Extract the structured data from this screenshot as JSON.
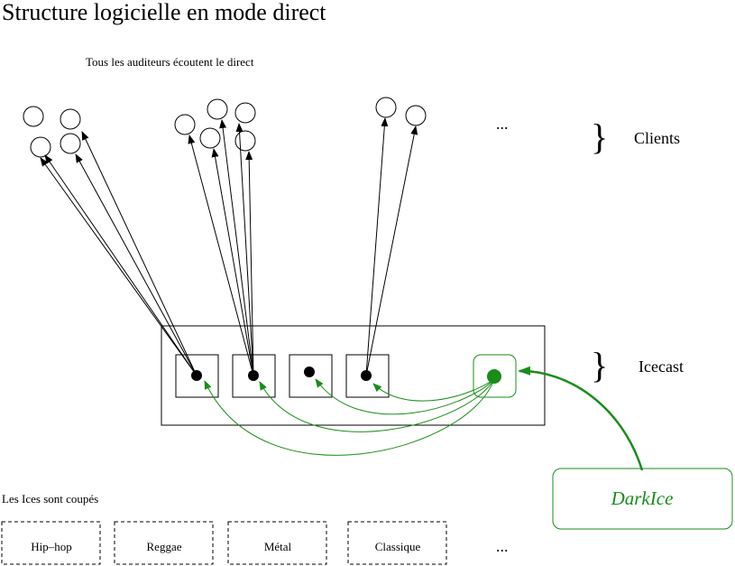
{
  "title": "Structure logicielle en mode direct",
  "subtitle": "Tous les auditeurs écoutent le direct",
  "labels": {
    "clients": "Clients",
    "icecast": "Icecast",
    "darkice": "DarkIce",
    "ices_cut": "Les Ices sont coupés",
    "ellipsis_clients": "...",
    "ellipsis_ices": "..."
  },
  "ices": [
    "Hip–hop",
    "Reggae",
    "Métal",
    "Classique"
  ],
  "braces": {
    "clients": "}",
    "icecast": "}"
  },
  "colors": {
    "green": "#1a8c1a",
    "black": "#000000"
  }
}
